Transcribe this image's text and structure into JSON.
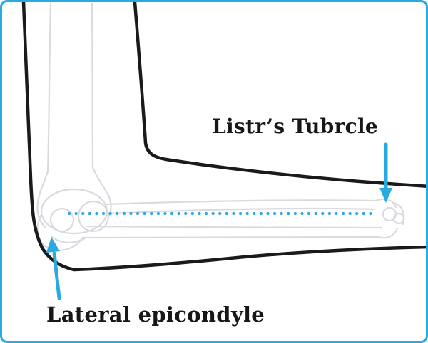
{
  "diagram": {
    "title": "Elbow and forearm anatomy diagram",
    "labels": {
      "listers_tubercle": "Listr’s Tubrcle",
      "lateral_epicondyle": "Lateral epicondyle"
    },
    "annotations": [
      {
        "text": "Listr’s Tubrcle",
        "arrow_direction": "down",
        "target": "dorsal tubercle of radius at wrist"
      },
      {
        "text": "Lateral epicondyle",
        "arrow_direction": "up",
        "target": "lateral epicondyle of humerus at elbow"
      }
    ],
    "colors": {
      "accent": "#29abe2",
      "outline": "#1a1a1a",
      "bone_sketch": "#d9dae0",
      "border": "#29abe2",
      "background": "#ffffff",
      "text": "#171717"
    },
    "elements": {
      "dotted_line": "horizontal dotted cyan line along forearm axis",
      "arm_outline": "black outline of flexed arm, elbow at left, forearm horizontal"
    }
  }
}
